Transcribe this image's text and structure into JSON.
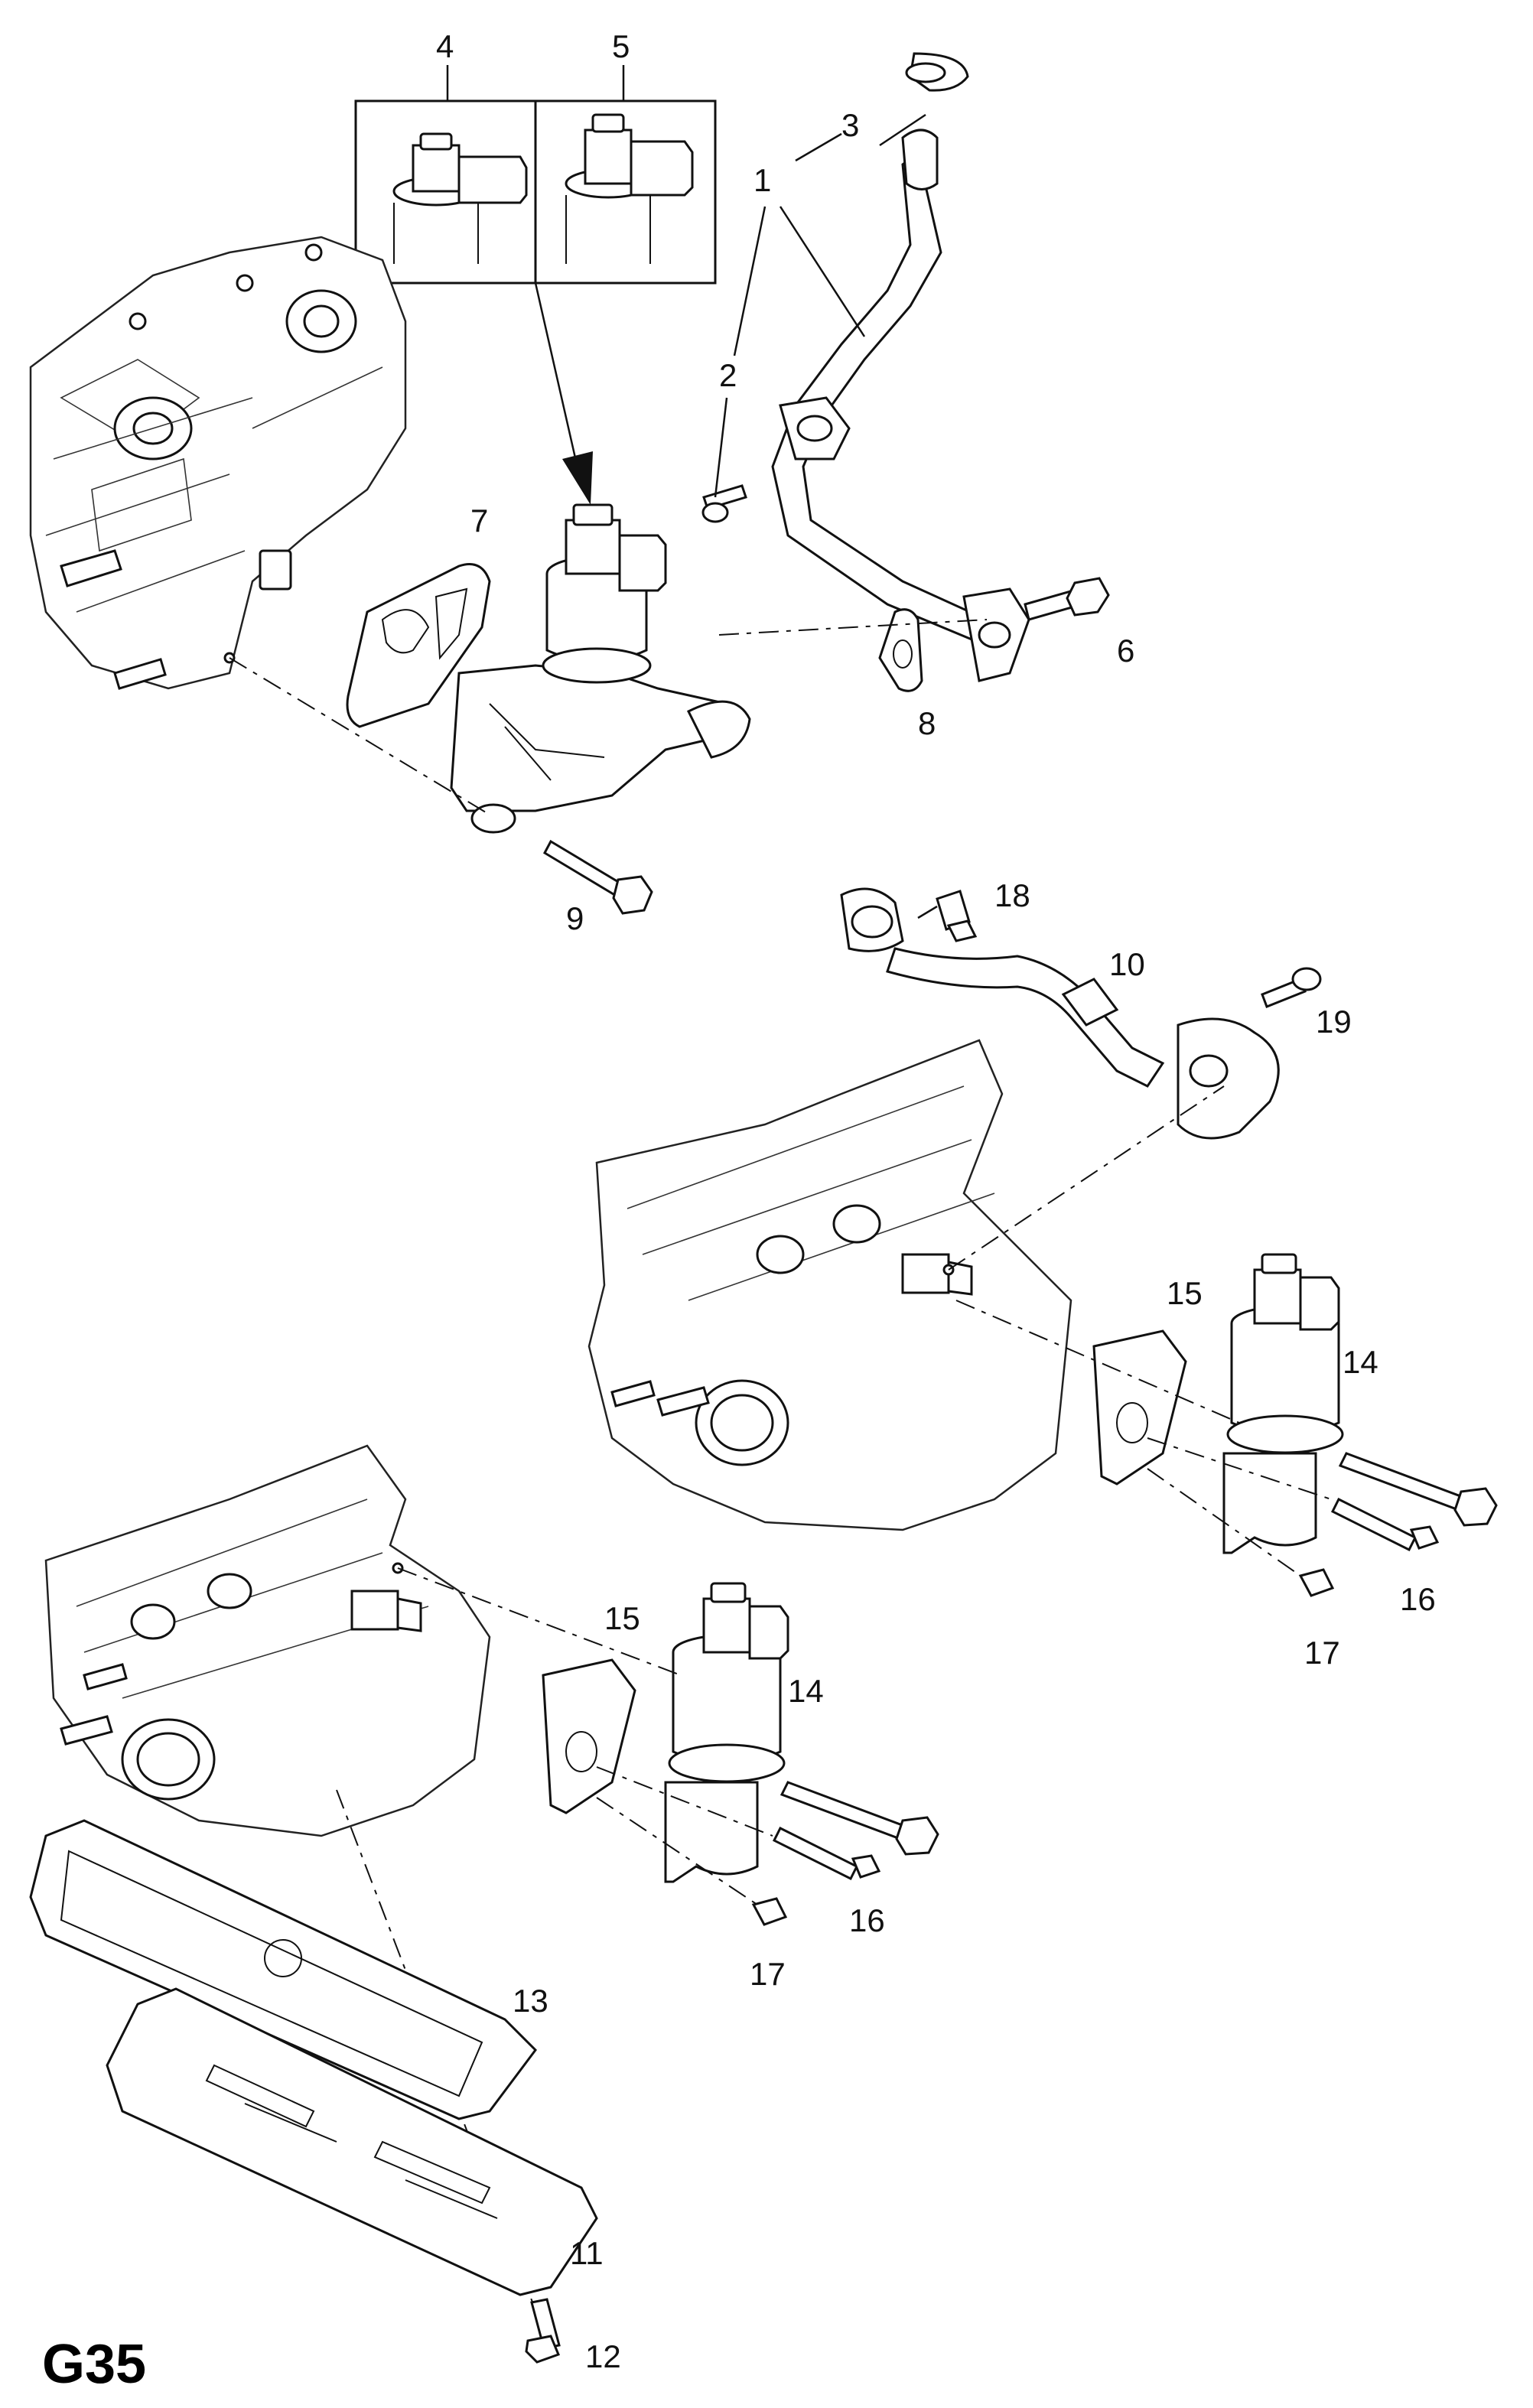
{
  "diagram_code": "G35",
  "callouts": {
    "c1": "1",
    "c2": "2",
    "c3": "3",
    "c4": "4",
    "c5": "5",
    "c6": "6",
    "c7": "7",
    "c8": "8",
    "c9": "9",
    "c10": "10",
    "c11": "11",
    "c12": "12",
    "c13": "13",
    "c14a": "14",
    "c14b": "14",
    "c15a": "15",
    "c15b": "15",
    "c16a": "16",
    "c16b": "16",
    "c17a": "17",
    "c17b": "17",
    "c18": "18",
    "c19": "19"
  }
}
